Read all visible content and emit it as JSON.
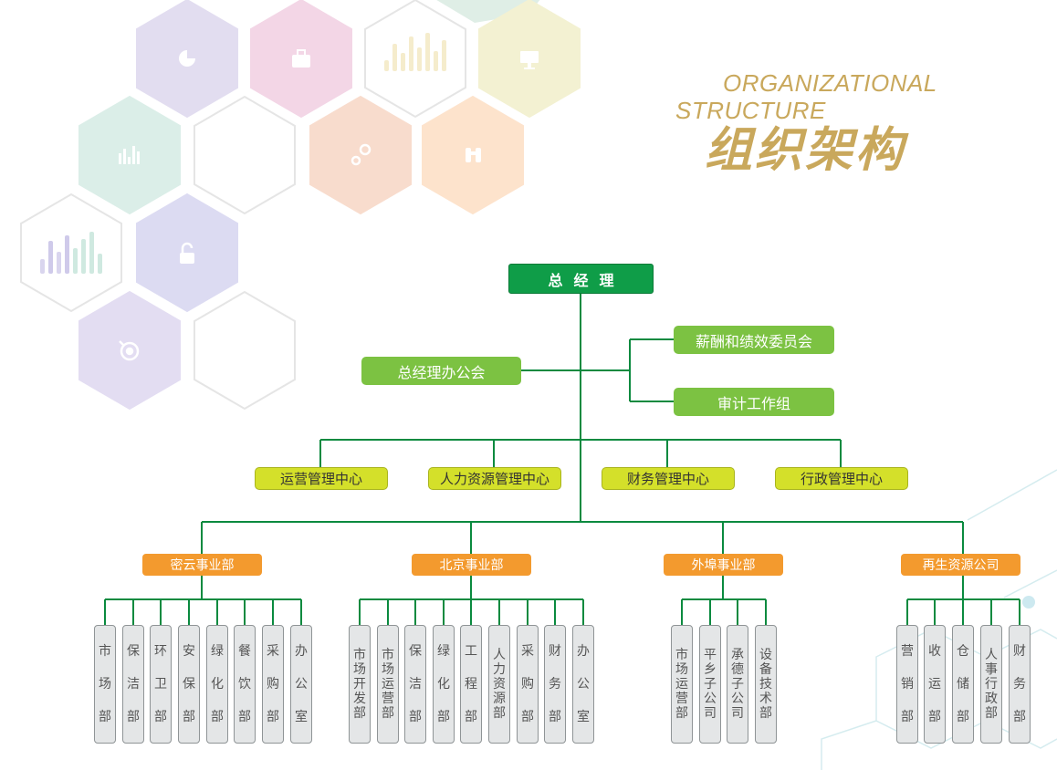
{
  "title": {
    "en_line1": "ORGANIZATIONAL",
    "en_line2": "STRUCTURE",
    "cn": "组织架构"
  },
  "top": {
    "general_manager": "总经理"
  },
  "second": {
    "office": "总经理办公会",
    "committee": "薪酬和绩效委员会",
    "audit": "审计工作组"
  },
  "centers": [
    "运营管理中心",
    "人力资源管理中心",
    "财务管理中心",
    "行政管理中心"
  ],
  "divisions": [
    {
      "name": "密云事业部",
      "departments": [
        "市场部",
        "保洁部",
        "环卫部",
        "安保部",
        "绿化部",
        "餐饮部",
        "采购部",
        "办公室"
      ]
    },
    {
      "name": "北京事业部",
      "departments": [
        "市场开发部",
        "市场运营部",
        "保洁部",
        "绿化部",
        "工程部",
        "人力资源部",
        "采购部",
        "财务部",
        "办公室"
      ]
    },
    {
      "name": "外埠事业部",
      "departments": [
        "市场运营部",
        "平乡子公司",
        "承德子公司",
        "设备技术部"
      ]
    },
    {
      "name": "再生资源公司",
      "departments": [
        "营销部",
        "收运部",
        "仓储部",
        "人事行政部",
        "财务部"
      ]
    }
  ],
  "colors": {
    "line": "#0a8a3f",
    "gm": "#0f9d48",
    "second": "#7cc242",
    "center": "#d4e02a",
    "division": "#f39a2e",
    "dept": "#e4e6e7",
    "title": "#c9a85c"
  },
  "hex_icons": [
    "pie-chart-icon",
    "briefcase-icon",
    "bar-chart-icon",
    "monitor-icon",
    "bar-stats-icon",
    "gears-icon",
    "binoculars-icon",
    "lock-icon",
    "bar-chart-icon",
    "target-icon"
  ]
}
